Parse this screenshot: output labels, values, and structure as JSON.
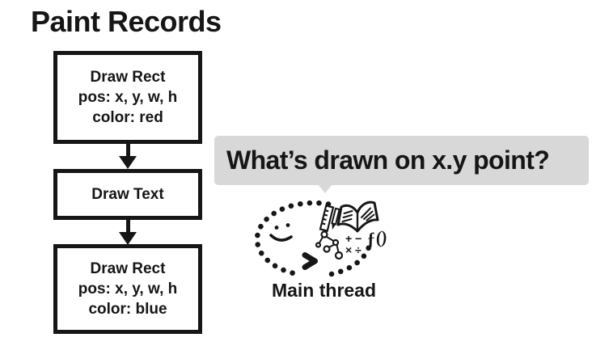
{
  "title": "Paint Records",
  "flowchart": {
    "boxes": [
      {
        "lines": [
          "Draw Rect",
          "pos: x, y, w, h",
          "color: red"
        ]
      },
      {
        "lines": [
          "Draw Text"
        ]
      },
      {
        "lines": [
          "Draw Rect",
          "pos: x, y, w, h",
          "color: blue"
        ]
      }
    ]
  },
  "speech_bubble": {
    "text": "What’s drawn on x.y point?"
  },
  "doodle": {
    "label": "Main thread",
    "math_row_1": "+ −",
    "math_row_2": "× ÷",
    "function_symbol": "ƒ()"
  },
  "colors": {
    "ink": "#161616",
    "bubble-bg": "#d8d8d8",
    "canvas": "#ffffff"
  }
}
